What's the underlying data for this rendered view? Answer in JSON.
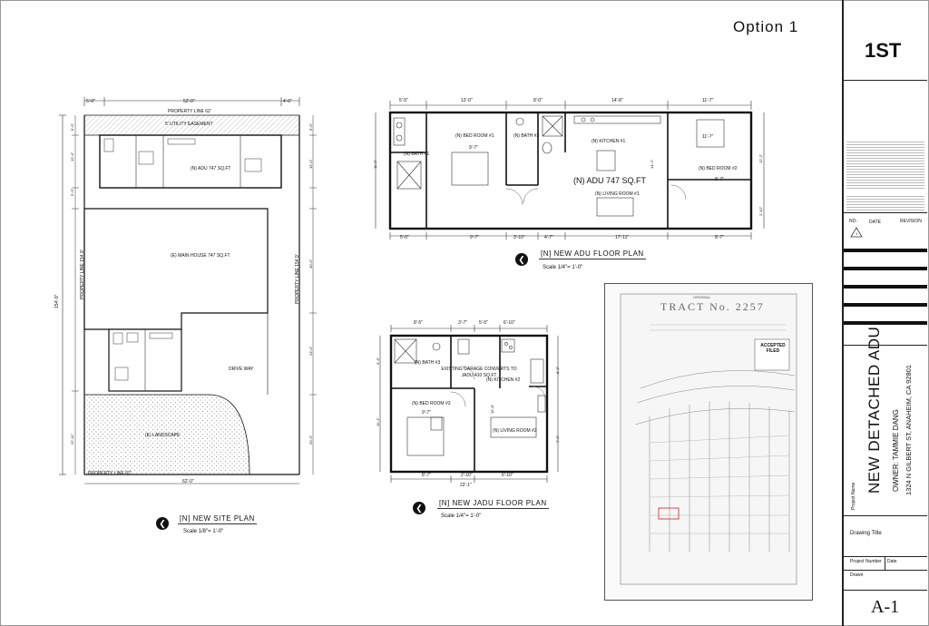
{
  "sheet": {
    "option_label": "Option 1",
    "sheet_code": "1ST",
    "sheet_number": "A-1"
  },
  "site_plan": {
    "title": "[N] NEW SITE PLAN",
    "scale": "Scale 1/8\"= 1'-0\"",
    "property_line_top": "PROPERTY LINE 62'",
    "property_line_bottom": "PROPERTY LINE 62'",
    "property_line_left": "PROPERTY LINE 154.9'",
    "property_line_right": "PROPERTY LINE 154.9'",
    "easement": "5' UTILITY EASEMENT",
    "adu_label": "(N) ADU 747 SQ.FT",
    "main_house": "(E) MAIN HOUSE 747 SQ.FT",
    "drive_way": "DRIVE WAY",
    "landscape": "(E) LANDSCAPE",
    "dim_top": "52'-0\"",
    "dim_left_a": "5'-0\"",
    "dim_right_a": "4'-6\"",
    "dim_bottom": "62'-0\"",
    "dim_overall": "154'-9\"",
    "dim_side_1": "6'-0\"",
    "dim_side_2": "12'-4\"",
    "dim_side_3": "5'-0\"",
    "dim_side_4": "15'-0\"",
    "dim_side_5": "6'-0\"",
    "dim_side_6": "30'-0\"",
    "dim_side_7": "23'-0\"",
    "dim_side_8": "22'-11\"",
    "dim_side_9": "20'-3\""
  },
  "adu_plan": {
    "title": "[N] NEW ADU FLOOR PLAN",
    "scale": "Scale 1/4\"= 1'-0\"",
    "main_label": "(N) ADU 747 SQ.FT",
    "bed1": "(N) BED ROOM #1",
    "bed1_dim": "9'-7\"",
    "bed2": "(N) BED ROOM #2",
    "bed2_dim": "8'-7\"",
    "bed2_dim_b": "11'-7\"",
    "bath1": "(N) BATH #1",
    "bath2": "(N) BATH #2",
    "kitchen": "(N) KITCHEN #1",
    "living": "(N) LIVING ROOM #1",
    "dims_top": [
      "5'-5\"",
      "12'-0\"",
      "8'-0\"",
      "14'-8\"",
      "11'-7\""
    ],
    "dims_bottom": [
      "5'-0\"",
      "9'-7\"",
      "3'-10\"",
      "4'-7\"",
      "17'-11\"",
      "8'-7\""
    ],
    "dim_left": "11'-0\"",
    "dim_right_a": "12'-2\"",
    "dim_right_b": "2'-10\"",
    "dim_mid": "14'-2\""
  },
  "jadu_plan": {
    "title": "[N] NEW JADU FLOOR PLAN",
    "scale": "Scale 1/4\"= 1'-0\"",
    "garage_note": "EXISTING GARAGE CONVERTS TO JADU 410 SQ.FT",
    "bath3": "(N) BATH #3",
    "bed3": "(N) BED ROOM #3",
    "bed3_dim": "9'-7\"",
    "kitchen2": "(N) KITCHEN #2",
    "living2": "(N) LIVING ROOM #2",
    "dims_top": [
      "8'-5\"",
      "3'-7\"",
      "5'-5\"",
      "6'-10\""
    ],
    "dims_bottom": [
      "8'-7\"",
      "2'-10\"",
      "6'-10\""
    ],
    "dim_overall": "22'-1\"",
    "dim_left_a": "5'-3\"",
    "dim_left_b": "11'-1\"",
    "dim_right_a": "8'-2\"",
    "dim_right_b": "7'-0\"",
    "dim_mid": "15'-8\""
  },
  "survey": {
    "heading": "TRACT No. 2257",
    "label_top": "ORIGINAL",
    "stamp": "ACCEPTED FILED"
  },
  "title_block": {
    "revision_headers": [
      "NO.",
      "DATE",
      "REVISION"
    ],
    "revision_mark": "1",
    "project_name": "NEW DETACHED ADU",
    "owner": "OWNER:   TAMMIE DANG",
    "address": "1324 N GILBERT ST, ANAHEIM, CA 92801",
    "project_name_label": "Project Name",
    "drawing_title_label": "Drawing Title",
    "project_number_label": "Project Number",
    "date_label": "Date",
    "drawn_label": "Drawn"
  }
}
